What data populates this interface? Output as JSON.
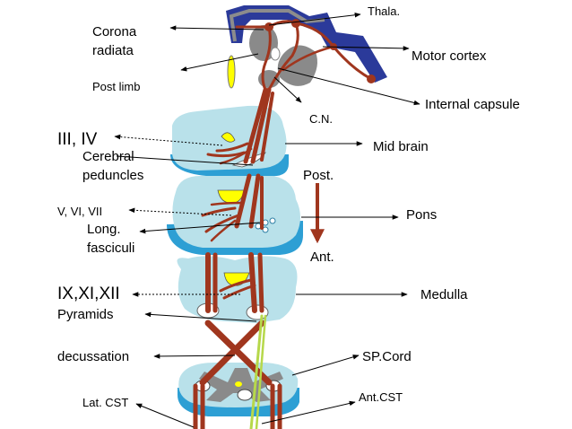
{
  "labels": {
    "thala": "Thala.",
    "corona_1": "Corona",
    "corona_2": "radiata",
    "motor_cortex": "Motor cortex",
    "post_limb": "Post limb",
    "internal_capsule": "Internal capsule",
    "cn": "C.N.",
    "iii_iv": "III, IV",
    "mid_brain": "Mid brain",
    "cerebral_1": "Cerebral",
    "cerebral_2": "peduncles",
    "post": "Post.",
    "v_vi_vii": "V, VI, VII",
    "pons": "Pons",
    "long_1": "Long.",
    "long_2": "fasciculi",
    "ant": "Ant.",
    "ix_xi_xii": "IX,XI,XII",
    "medulla": "Medulla",
    "pyramids": "Pyramids",
    "decussation": "decussation",
    "sp_cord": "SP.Cord",
    "lat_cst": "Lat. CST",
    "ant_cst": "Ant.CST"
  },
  "colors": {
    "tract": "#a0361e",
    "tissue_top": "#b9e1ea",
    "tissue_side": "#2d9fd4",
    "cortex": "#2b3a9a",
    "grey_matter": "#8a8a8a",
    "nucleus": "#ffff00"
  }
}
